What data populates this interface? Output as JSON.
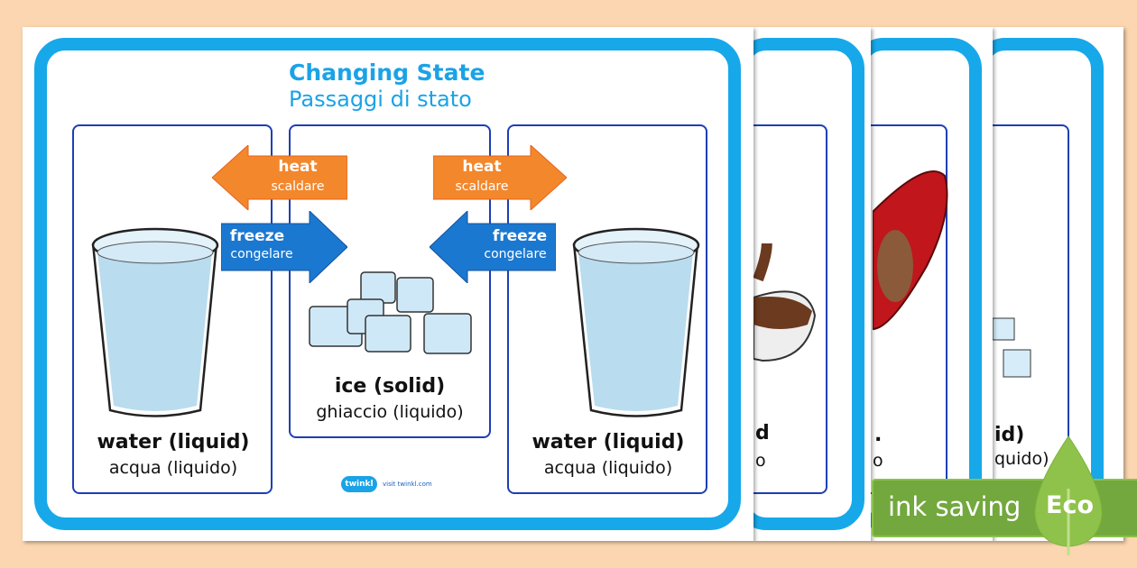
{
  "title": {
    "en": "Changing State",
    "it": "Passaggi di stato"
  },
  "arrows": {
    "heat": {
      "en": "heat",
      "it": "scaldare",
      "color": "#f3872c"
    },
    "freeze": {
      "en": "freeze",
      "it": "congelare",
      "color": "#1b78d0"
    }
  },
  "panels": [
    {
      "en": "water (liquid)",
      "it": "acqua (liquido)"
    },
    {
      "en": "ice (solid)",
      "it": "ghiaccio (liquido)"
    },
    {
      "en": "water (liquid)",
      "it": "acqua (liquido)"
    }
  ],
  "logo": {
    "brand": "twinkl",
    "link": "visit twinkl.com"
  },
  "back_pages": [
    {
      "en": "d",
      "it": "o"
    },
    {
      "en": ".",
      "it": "o"
    },
    {
      "en": "id)",
      "it": "quido)"
    }
  ],
  "eco_badge": {
    "label": "ink saving",
    "leaf": "Eco"
  }
}
